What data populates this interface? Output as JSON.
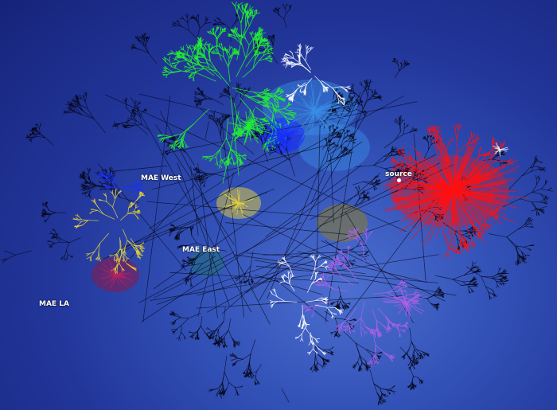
{
  "diagram": {
    "type": "internet-topology-map",
    "labels": {
      "mae_west": "MAE West",
      "mae_east": "MAE East",
      "mae_la": "MAE  LA",
      "source": "source"
    },
    "colors": {
      "background": "#2a3fa8",
      "edges_dark": "#05081a",
      "red": "#ff1010",
      "green": "#22ee33",
      "light_blue": "#3a8fe6",
      "blue": "#1a2fff",
      "yellow": "#e8d23a",
      "olive": "#8a7c2a",
      "violet": "#b060e8",
      "white": "#ffffff",
      "maroon": "#8a1848",
      "teal": "#1f7a6a"
    }
  }
}
